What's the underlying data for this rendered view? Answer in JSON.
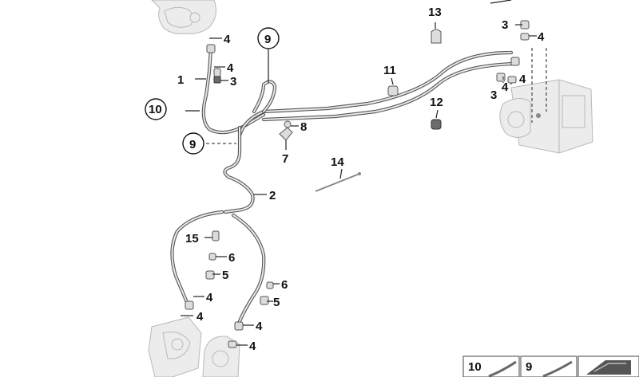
{
  "callouts": {
    "c1": "1",
    "c2": "2",
    "c3a": "3",
    "c3b": "3",
    "c3c": "3",
    "c4a": "4",
    "c4b": "4",
    "c4c": "4",
    "c4d": "4",
    "c4e": "4",
    "c4f": "4",
    "c4g": "4",
    "c4h": "4",
    "c4i": "4",
    "c5a": "5",
    "c5b": "5",
    "c6a": "6",
    "c6b": "6",
    "c7": "7",
    "c8": "8",
    "c9a": "9",
    "c9b": "9",
    "c10": "10",
    "c11": "11",
    "c12": "12",
    "c13": "13",
    "c14": "14",
    "c15": "15"
  },
  "legend": {
    "l10": "10",
    "l9": "9"
  }
}
